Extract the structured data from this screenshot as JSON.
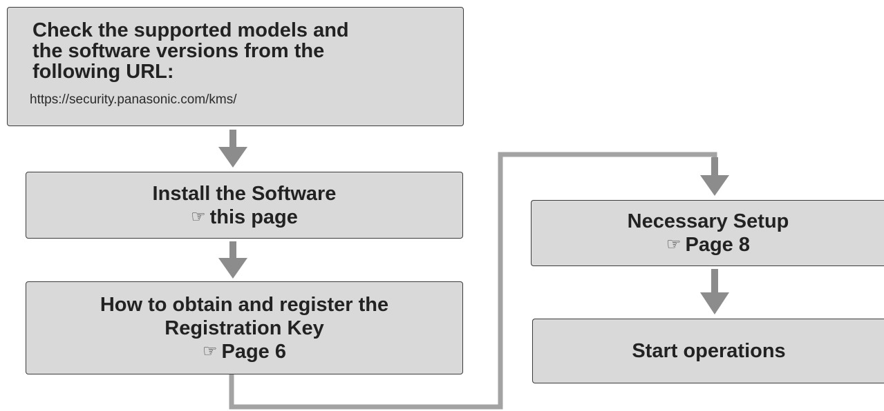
{
  "steps": {
    "check": {
      "lines": [
        "Check the supported models and",
        "the software versions from the",
        "following URL:"
      ],
      "url": "https://security.panasonic.com/kms/"
    },
    "install": {
      "title": "Install the Software",
      "ref_icon": "pointing-hand-icon",
      "ref_text": "this page"
    },
    "register": {
      "lines": [
        "How to obtain and register the",
        "Registration Key"
      ],
      "ref_icon": "pointing-hand-icon",
      "ref_text": "Page 6"
    },
    "setup": {
      "title": "Necessary Setup",
      "ref_icon": "pointing-hand-icon",
      "ref_text": "Page 8"
    },
    "start": {
      "title": "Start operations"
    }
  },
  "colors": {
    "box_fill": "#d9d9d9",
    "box_border": "#3a3a3a",
    "connector": "#9a9a9a",
    "arrow": "#8c8c8c"
  }
}
